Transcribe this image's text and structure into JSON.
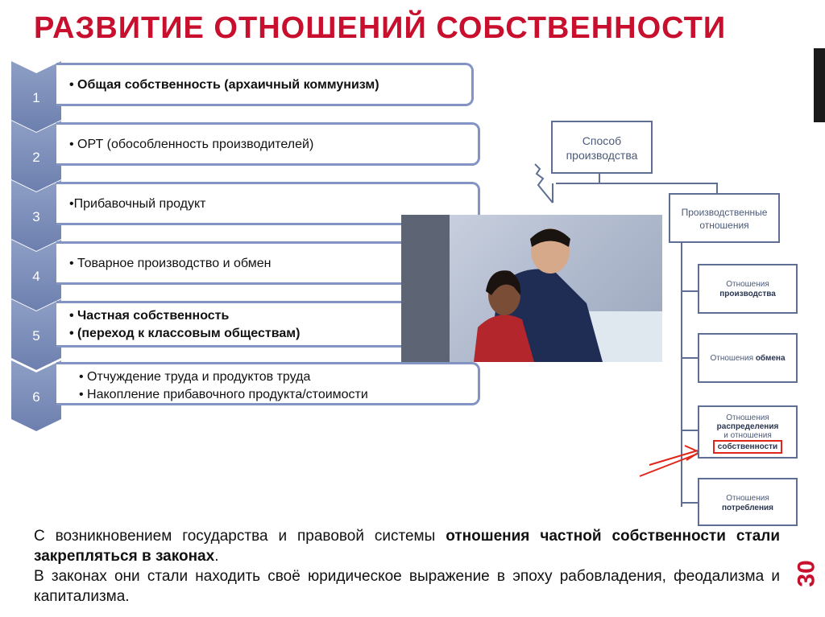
{
  "title": "РАЗВИТИЕ ОТНОШЕНИЙ СОБСТВЕННОСТИ",
  "page_number": "30",
  "steps": [
    {
      "num": "1",
      "lines": [
        "• Общая собственность (архаичный коммунизм)"
      ]
    },
    {
      "num": "2",
      "lines": [
        "• ОРТ (обособленность производителей)"
      ]
    },
    {
      "num": "3",
      "lines": [
        "•Прибавочный продукт"
      ]
    },
    {
      "num": "4",
      "lines": [
        "• Товарное производство и обмен"
      ]
    },
    {
      "num": "5",
      "lines": [
        "• Частная собственность",
        "• (переход к классовым обществам)"
      ]
    },
    {
      "num": "6",
      "lines": [
        "• Отчуждение труда и продуктов труда",
        "• Накопление прибавочного продукта/стоимости"
      ]
    }
  ],
  "diagram": {
    "top": "Способ производства",
    "mid": "Производственные отношения",
    "items": [
      {
        "pre": "Отношения",
        "bold": "производства"
      },
      {
        "pre": "Отношения",
        "bold": "обмена"
      },
      {
        "pre": "Отношения",
        "bold1": "распределения",
        "mid": "и отношения",
        "bold": "собственности"
      },
      {
        "pre": "Отношения",
        "bold": "потребления"
      }
    ]
  },
  "paragraph": {
    "p1_start": "С возникновением государства и правовой системы ",
    "p1_bold": "отношения частной собственности стали закрепляться в законах",
    "p1_end": ".",
    "p2": "В законах они стали находить своё юридическое выражение в эпоху рабовладения, феодализма и капитализма."
  },
  "colors": {
    "accent": "#c8102e",
    "chevron": "#7b8cbc",
    "box_border": "#8293c4"
  }
}
